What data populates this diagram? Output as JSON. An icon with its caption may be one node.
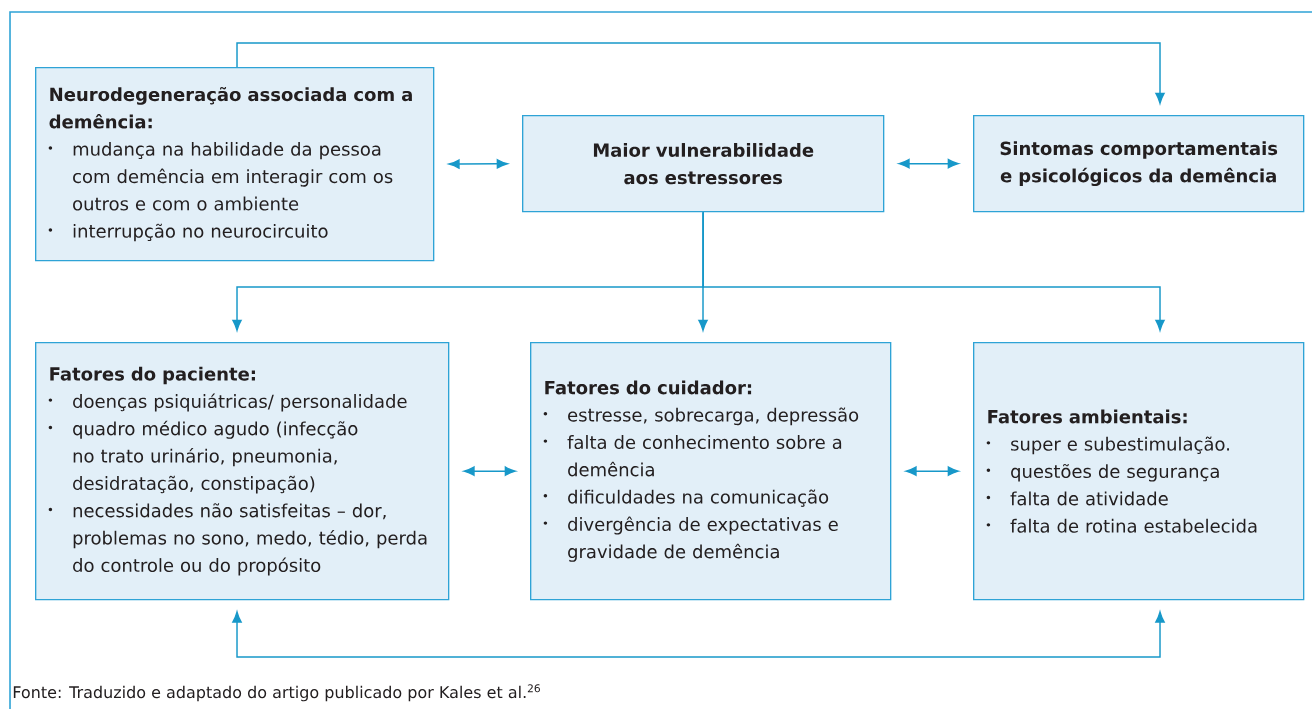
{
  "diagram": {
    "caption": "Fonte: Traduzido e adaptado do artigo publicado por Kales et al.$^{26}$",
    "nodes": [
      {
        "text": [
          "Neurodegeneração associada com a demência:",
          "mudança na habilidade da pessoa com demência em interagir com os outros e com o ambiente",
          "interrupção no neurocircuito"
        ]
      },
      {
        "text": [
          "Maior vulnerabilidade aos estressores"
        ]
      },
      {
        "text": [
          "Sintomas comportamentais e psicológicos da demência"
        ]
      },
      {
        "text": [
          "Fatores do paciente:",
          "doenças psiquiátricas/ personalidade",
          "quadro médico agudo (infecção no trato urinário, pneumonia, desidratação, constipação)",
          "necessidades não satisfeitas – dor, problemas no sono, medo, tédio, perda do controle ou do propósito"
        ]
      },
      {
        "text": [
          "Fatores do cuidador:",
          "estresse, sobrecarga, depressão",
          "falta de conhecimento sobre a demência",
          "dificuldades na comunicação",
          "divergência de expectativas e gravidade de demência"
        ]
      },
      {
        "text": [
          "Fatores ambientais:",
          "super e subestimulação.",
          "questões de segurança",
          "falta de atividade",
          "falta de rotina estabelecida"
        ]
      }
    ],
    "edges": [
      {
        "from": 0,
        "to": 2,
        "arrow": "to"
      },
      {
        "from": 0,
        "to": 1,
        "arrow": "both"
      },
      {
        "from": 1,
        "to": 2,
        "arrow": "both"
      },
      {
        "from": 1,
        "to": 3,
        "arrow": "to"
      },
      {
        "from": 1,
        "to": 4,
        "arrow": "to"
      },
      {
        "from": 1,
        "to": 5,
        "arrow": "to"
      },
      {
        "from": 3,
        "to": 4,
        "arrow": "both"
      },
      {
        "from": 4,
        "to": 5,
        "arrow": "both"
      },
      {
        "from": 3,
        "to": 5,
        "arrow": "both"
      }
    ]
  }
}
